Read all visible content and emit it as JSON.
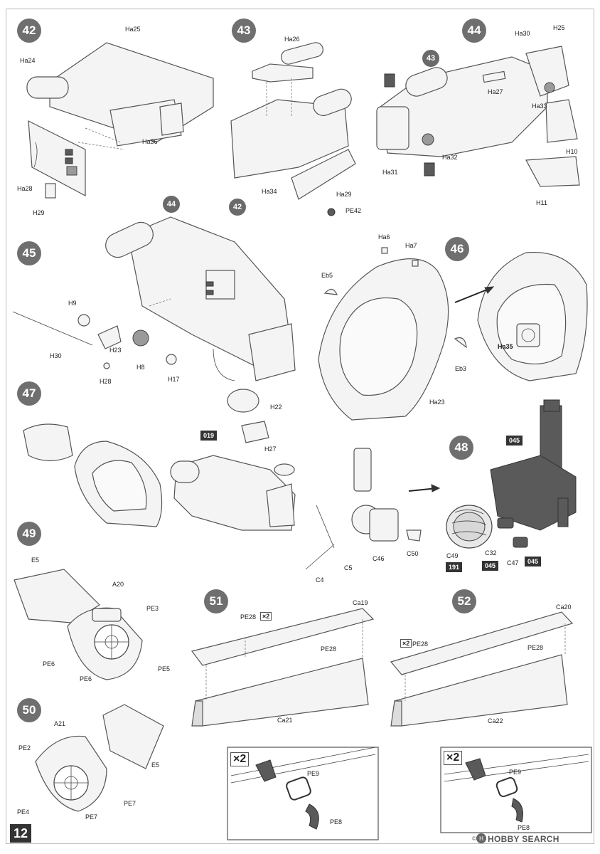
{
  "page": {
    "number": "12",
    "watermark_brand": "HOBBY SEARCH",
    "watermark_copyright": "©"
  },
  "steps": [
    {
      "number": "42"
    },
    {
      "number": "43"
    },
    {
      "number": "44"
    },
    {
      "number": "45"
    },
    {
      "number": "46"
    },
    {
      "number": "47"
    },
    {
      "number": "48"
    },
    {
      "number": "49"
    },
    {
      "number": "50"
    },
    {
      "number": "51"
    },
    {
      "number": "52"
    }
  ],
  "sub_refs": {
    "step43_ref": "42",
    "step44_ref": "43",
    "step45_ref": "44"
  },
  "labels": {
    "s42": [
      "Ha25",
      "Ha24",
      "Ha36",
      "Ha28",
      "H29"
    ],
    "s43": [
      "Ha26",
      "Ha34",
      "Ha29",
      "PE42"
    ],
    "s44": [
      "H25",
      "Ha30",
      "Ha27",
      "Ha33",
      "H10",
      "Ha32",
      "Ha31",
      "H11"
    ],
    "s45": [
      "H9",
      "H30",
      "H23",
      "H8",
      "H17",
      "H28",
      "H22",
      "H27"
    ],
    "s46": [
      "Ha6",
      "Ha7",
      "Eb5",
      "Eb3",
      "Ha23",
      "Ha35"
    ],
    "s47": [
      "C46",
      "C5",
      "C4",
      "C50"
    ],
    "s48": [
      "C49",
      "C32",
      "C47"
    ],
    "s49": [
      "E5",
      "A20",
      "PE3",
      "PE6",
      "PE6",
      "PE5"
    ],
    "s50": [
      "A21",
      "PE2",
      "E5",
      "PE4",
      "PE7",
      "PE7"
    ],
    "s51": [
      "Ca19",
      "PE28",
      "PE28",
      "Ca21",
      "PE9",
      "PE8"
    ],
    "s52": [
      "Ca20",
      "PE28",
      "PE28",
      "Ca22",
      "PE9",
      "PE8"
    ]
  },
  "multipliers": {
    "s51_pe28": "2",
    "s51_detail": "2",
    "s52_pe28": "2",
    "s52_detail": "2"
  },
  "paint_codes": {
    "s47": "019",
    "s48_top": "045",
    "s48_c49": "191",
    "s48_c32": "045",
    "s48_c47": "045"
  },
  "colors": {
    "step_circle": "#6f6f6f",
    "code_box": "#333333",
    "part_fill": "#f4f4f4",
    "painted_part": "#5a5a5a"
  }
}
